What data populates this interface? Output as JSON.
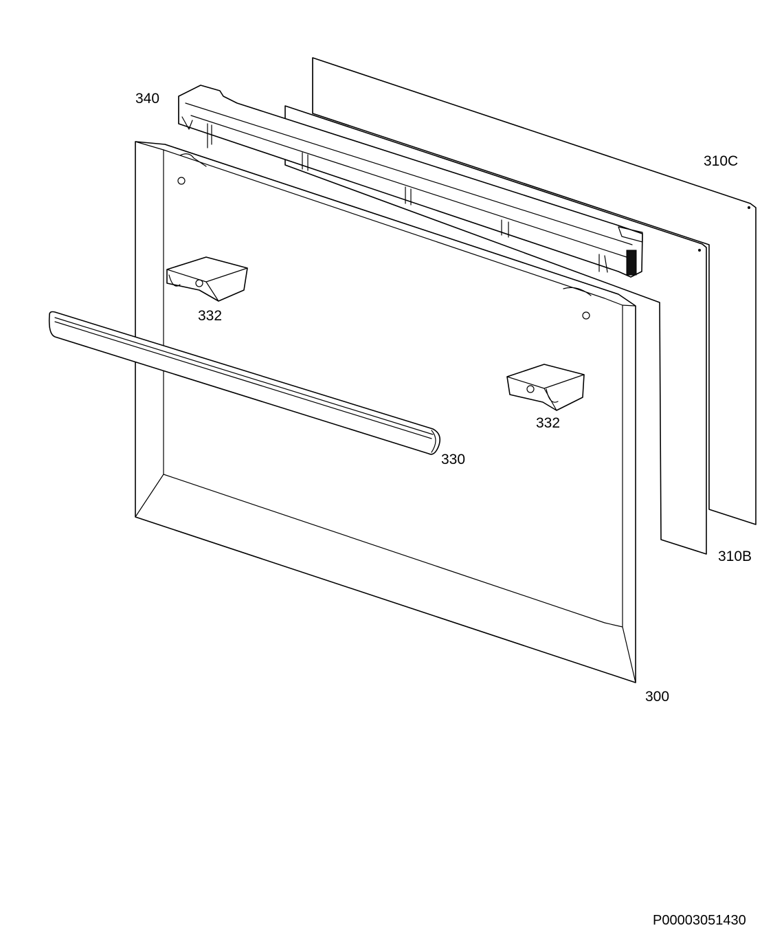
{
  "labels": {
    "frame_clip": "340",
    "glass_rear": "310C",
    "glass_middle": "310B",
    "hinge_left": "332",
    "hinge_right": "332",
    "handle": "330",
    "door_panel": "300"
  },
  "drawing_number": "P00003051430",
  "colors": {
    "line": "#000000",
    "background": "#ffffff"
  }
}
